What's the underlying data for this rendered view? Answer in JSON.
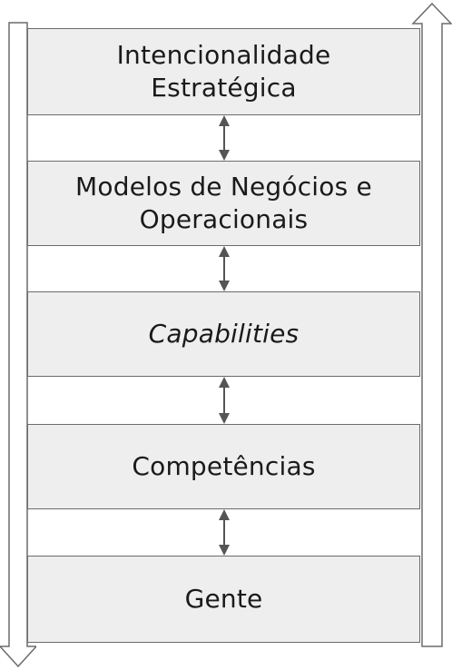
{
  "layers": [
    {
      "label": "Intencionalidade\nEstratégica"
    },
    {
      "label": "Modelos de Negócios e\nOperacionais"
    },
    {
      "label": "Capabilities"
    },
    {
      "label": "Competências"
    },
    {
      "label": "Gente"
    }
  ],
  "colors": {
    "layer_fill": "#eeeeee",
    "stroke": "#6b6b6b",
    "connector": "#555555",
    "text": "#1a1a1a"
  },
  "icons": {
    "left_arrow": "down-arrow-icon",
    "right_arrow": "up-arrow-icon",
    "connectors": "double-arrow-icon"
  }
}
